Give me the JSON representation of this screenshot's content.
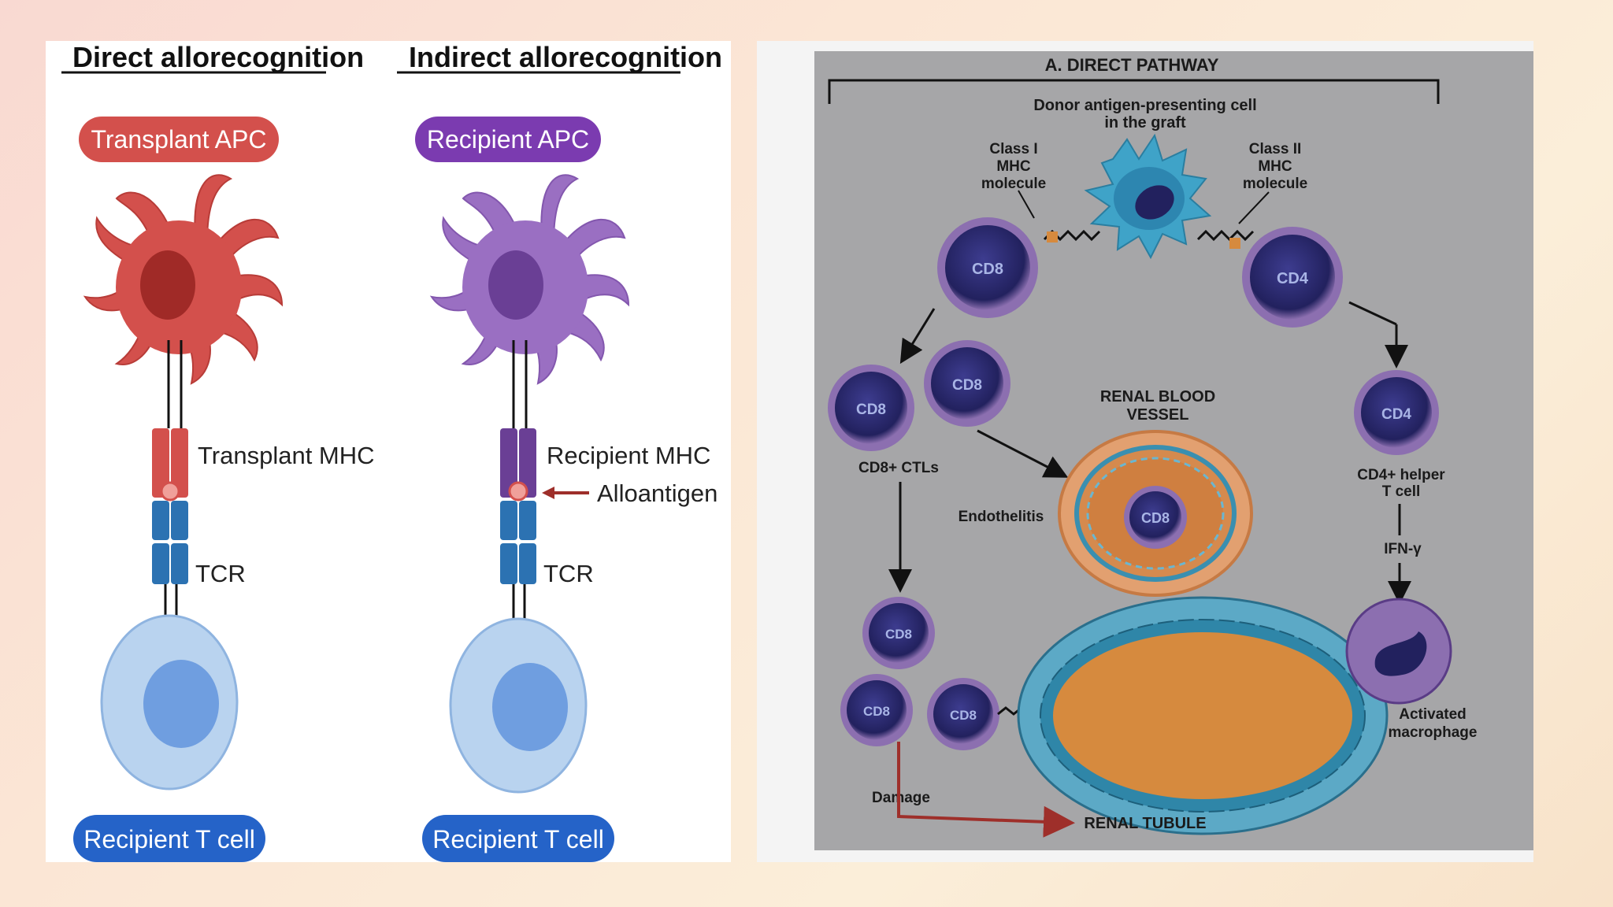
{
  "left": {
    "direct_title": "Direct allorecognition",
    "indirect_title": "Indirect allorecognition",
    "transplant_apc": "Transplant APC",
    "recipient_apc": "Recipient APC",
    "transplant_mhc": "Transplant MHC",
    "recipient_mhc": "Recipient MHC",
    "alloantigen": "Alloantigen",
    "tcr_left": "TCR",
    "tcr_right": "TCR",
    "recipient_t_cell_left": "Recipient T cell",
    "recipient_t_cell_right": "Recipient T cell",
    "colors": {
      "transplant": "#d3504c",
      "recipient_apc": "#9a6fc2",
      "pill_recipient_apc": "#7b3bb0",
      "tcell": "#b9d3ef",
      "tcell_nucleus": "#6f9ee0",
      "pill_tcell": "#2563c8",
      "tcr": "#2c72b2"
    }
  },
  "right": {
    "title": "A. DIRECT PATHWAY",
    "donor_apc_line1": "Donor antigen-presenting cell",
    "donor_apc_line2": "in the graft",
    "class1_line1": "Class I",
    "class1_line2": "MHC",
    "class1_line3": "molecule",
    "class2_line1": "Class II",
    "class2_line2": "MHC",
    "class2_line3": "molecule",
    "cd8": "CD8",
    "cd4": "CD4",
    "cd8_ctls": "CD8+ CTLs",
    "cd4_helper_line1": "CD4+ helper",
    "cd4_helper_line2": "T cell",
    "renal_vessel_line1": "RENAL BLOOD",
    "renal_vessel_line2": "VESSEL",
    "endothelitis": "Endothelitis",
    "ifn": "IFN-γ",
    "activated_line1": "Activated",
    "activated_line2": "macrophage",
    "damage": "Damage",
    "renal_tubule": "RENAL TUBULE",
    "colors": {
      "background": "#a6a6a8",
      "lymphocyte": "#2b2a6e",
      "apc": "#3fa3c8",
      "tubule": "#d68a3e",
      "arrow_red": "#9e2f2a"
    }
  }
}
